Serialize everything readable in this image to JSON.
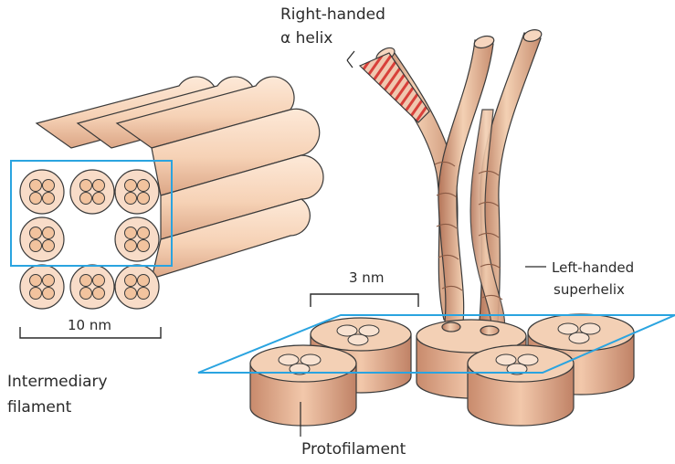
{
  "labels": {
    "alpha_helix_line1": "Right-handed",
    "alpha_helix_line2": "α helix",
    "superhelix_line1": "Left-handed",
    "superhelix_line2": "superhelix",
    "scale_3nm": "3 nm",
    "scale_10nm": "10 nm",
    "filament_line1": "Intermediary",
    "filament_line2": "filament",
    "protofilament": "Protofilament"
  },
  "colors": {
    "highlight": "#2aa4e0",
    "rod_light": "#f9dcc6",
    "rod_dark": "#d9a88a",
    "strand_light": "#efc7a8",
    "strand_dark": "#b47458",
    "helix_red": "#d8403a",
    "outline": "#3a3a3a"
  }
}
